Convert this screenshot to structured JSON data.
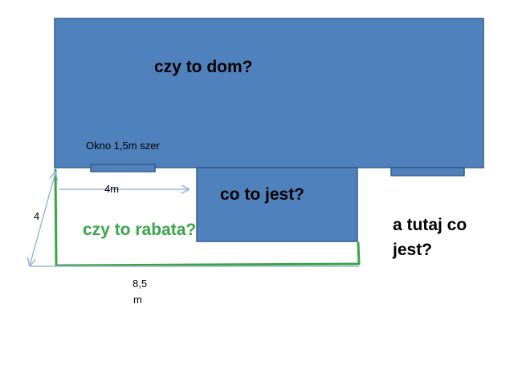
{
  "colors": {
    "building_fill": "#4f81bd",
    "building_stroke": "#385d8a",
    "flowerbed_outline": "#3aa548",
    "dimension_line": "#9db7da",
    "text_dark": "#000000",
    "text_green": "#3aa548"
  },
  "labels": {
    "house": "czy to dom?",
    "annex": "co to jest?",
    "flowerbed": "czy to rabata?",
    "right_area_line1": "a tutaj co",
    "right_area_line2": "jest?",
    "window": "Okno 1,5m szer",
    "width_4m": "4m",
    "side_4": "4",
    "length_85_line1": "8,5",
    "length_85_line2": "m"
  }
}
